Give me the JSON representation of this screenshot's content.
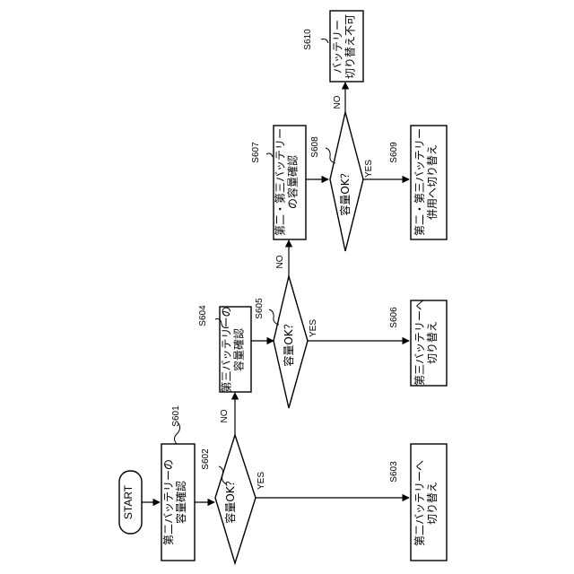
{
  "diagram": {
    "start": "START",
    "steps": {
      "s601": {
        "id": "S601",
        "line1": "第二バッテリーの",
        "line2": "容量確認"
      },
      "s602": {
        "id": "S602",
        "text": "容量OK？"
      },
      "s603": {
        "id": "S603",
        "line1": "第二バッテリーへ",
        "line2": "切り替え"
      },
      "s604": {
        "id": "S604",
        "line1": "第三バッテリーの",
        "line2": "容量確認"
      },
      "s605": {
        "id": "S605",
        "text": "容量OK？"
      },
      "s606": {
        "id": "S606",
        "line1": "第三バッテリーへ",
        "line2": "切り替え"
      },
      "s607": {
        "id": "S607",
        "line1": "第二・第三バッテリー",
        "line2": "の容量確認"
      },
      "s608": {
        "id": "S608",
        "text": "容量OK？"
      },
      "s609": {
        "id": "S609",
        "line1": "第二・第三バッテリー",
        "line2": "併用へ切り替え"
      },
      "s610": {
        "id": "S610",
        "line1": "バッテリー",
        "line2": "切り替え不可"
      }
    },
    "labels": {
      "yes": "YES",
      "no": "NO"
    }
  }
}
